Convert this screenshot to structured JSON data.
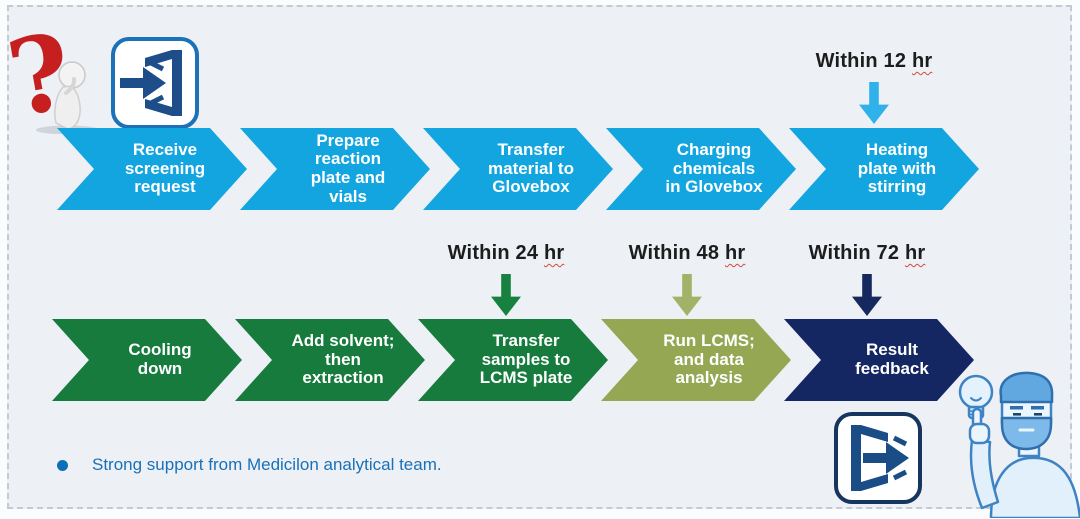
{
  "panel": {
    "background": "#edf1f6",
    "border_color": "#c4cad4"
  },
  "flow": {
    "top_row": {
      "color": "#13a5e0",
      "steps": [
        "Receive\nscreening\nrequest",
        "Prepare\nreaction\nplate and\nvials",
        "Transfer\nmaterial to\nGlovebox",
        "Charging\nchemicals\nin Glovebox",
        "Heating\nplate with\nstirring"
      ]
    },
    "bottom_row": {
      "steps": [
        {
          "label": "Cooling\ndown",
          "color": "#167b3d"
        },
        {
          "label": "Add solvent;\nthen\nextraction",
          "color": "#167b3d"
        },
        {
          "label": "Transfer\nsamples to\nLCMS plate",
          "color": "#167b3d"
        },
        {
          "label": "Run LCMS;\nand data\nanalysis",
          "color": "#96a754"
        },
        {
          "label": "Result\nfeedback",
          "color": "#142762"
        }
      ]
    },
    "timers": [
      {
        "prefix": "Within 12",
        "unit": "hr",
        "arrow_color": "#2fb1e9"
      },
      {
        "prefix": "Within 24",
        "unit": "hr",
        "arrow_color": "#17813f"
      },
      {
        "prefix": "Within 48",
        "unit": "hr",
        "arrow_color": "#a2b266"
      },
      {
        "prefix": "Within 72",
        "unit": "hr",
        "arrow_color": "#16295f"
      }
    ]
  },
  "footnote": {
    "text": "Strong support from Medicilon analytical team.",
    "text_color": "#1a70b8",
    "bullet_color": "#0d6fb6"
  },
  "icons": {
    "question_figure": "question-figure-icon",
    "enter": "enter-icon",
    "exit": "exit-icon",
    "idea_man": "idea-man-icon"
  }
}
